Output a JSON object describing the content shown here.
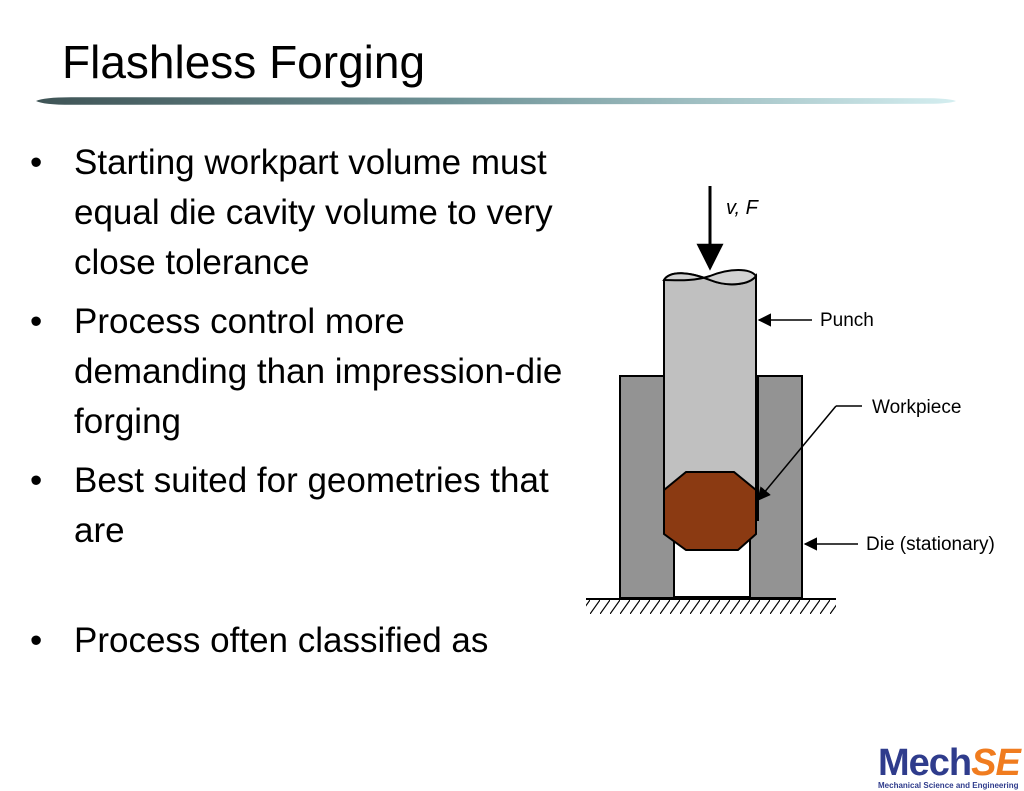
{
  "slide": {
    "title": "Flashless Forging",
    "bullets": [
      {
        "marker": "•",
        "text": "Starting workpart volume must equal die cavity volume to very close tolerance"
      },
      {
        "marker": "•",
        "text": "Process control more demanding than impression-die forging"
      },
      {
        "marker": "•",
        "text": "Best suited for geometries that are"
      },
      {
        "marker": "•",
        "text": "Process often classified as"
      }
    ]
  },
  "diagram": {
    "labels": {
      "velocity_force": "v, F",
      "punch": "Punch",
      "workpiece": "Workpiece",
      "die": "Die (stationary)"
    },
    "colors": {
      "punch": "#c0c0c0",
      "die": "#939393",
      "workpiece": "#8b3a12"
    }
  },
  "logo": {
    "mech": "Mech",
    "se": "SE",
    "subtitle": "Mechanical Science and Engineering"
  }
}
